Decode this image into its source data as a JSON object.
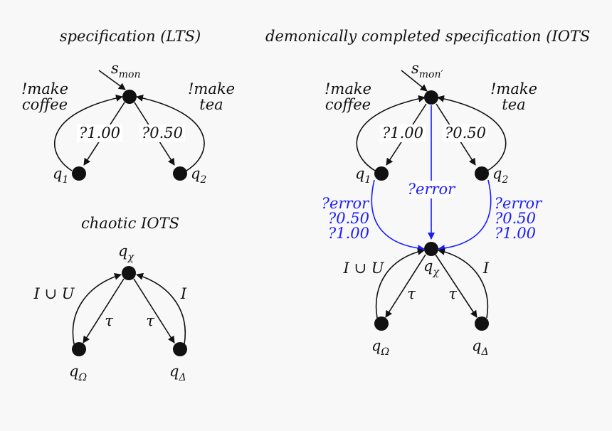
{
  "colors": {
    "black": "#111111",
    "blue": "#1a1aff",
    "background": "#f8f8f8"
  },
  "lts": {
    "title": "specification (LTS)",
    "start": {
      "base": "s",
      "sub": "mon"
    },
    "make_coffee": [
      "!make",
      "coffee"
    ],
    "make_tea": [
      "!make",
      "tea"
    ],
    "input_100": "?1.00",
    "input_050": "?0.50",
    "q1": {
      "base": "q",
      "sub": "1"
    },
    "q2": {
      "base": "q",
      "sub": "2"
    }
  },
  "chaotic": {
    "title": "chaotic IOTS",
    "qchi": {
      "base": "q",
      "sub": "χ"
    },
    "union": "I ∪ U",
    "i_label": "I",
    "tau_left": "τ",
    "tau_right": "τ",
    "qomega": {
      "base": "q",
      "sub": "Ω"
    },
    "qdelta": {
      "base": "q",
      "sub": "Δ"
    }
  },
  "demonic": {
    "title": "demonically completed specification (IOTS",
    "start": {
      "base": "s",
      "sub": "mon′"
    },
    "make_coffee": [
      "!make",
      "coffee"
    ],
    "make_tea": [
      "!make",
      "tea"
    ],
    "input_100": "?1.00",
    "input_050": "?0.50",
    "error_mid": "?error",
    "error_left": [
      "?error",
      "?0.50",
      "?1.00"
    ],
    "error_right": [
      "?error",
      "?0.50",
      "?1.00"
    ],
    "q1": {
      "base": "q",
      "sub": "1"
    },
    "q2": {
      "base": "q",
      "sub": "2"
    },
    "qchi": {
      "base": "q",
      "sub": "χ"
    },
    "union": "I ∪ U",
    "i_label": "I",
    "tau_left": "τ",
    "tau_right": "τ",
    "qomega": {
      "base": "q",
      "sub": "Ω"
    },
    "qdelta": {
      "base": "q",
      "sub": "Δ"
    }
  }
}
